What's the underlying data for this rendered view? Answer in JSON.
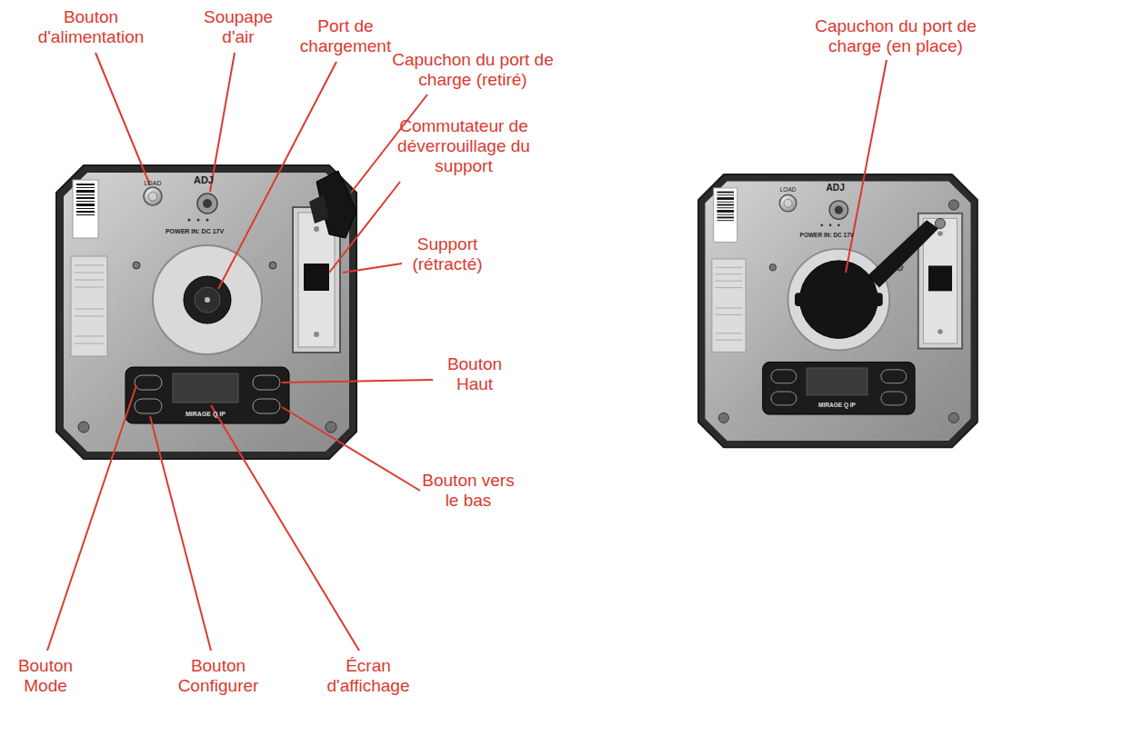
{
  "diagram": {
    "labels": [
      "Bouton d'alimentation",
      "Soupape d'air",
      "Port de chargement",
      "Capuchon du port de charge (retiré)",
      "Capuchon du port de charge (en place)",
      "Commutateur de déverrouillage du support",
      "Support (rétracté)",
      "Bouton Haut",
      "Bouton vers le bas",
      "Bouton Mode",
      "Bouton Configurer",
      "Écran d'affichage",
      "LOAD",
      "ADJ",
      "POWER IN: DC 17V",
      "MIRAGE Q IP",
      "LOAD",
      "ADJ",
      "POWER IN: DC 17V",
      "MIRAGE Q IP"
    ]
  }
}
